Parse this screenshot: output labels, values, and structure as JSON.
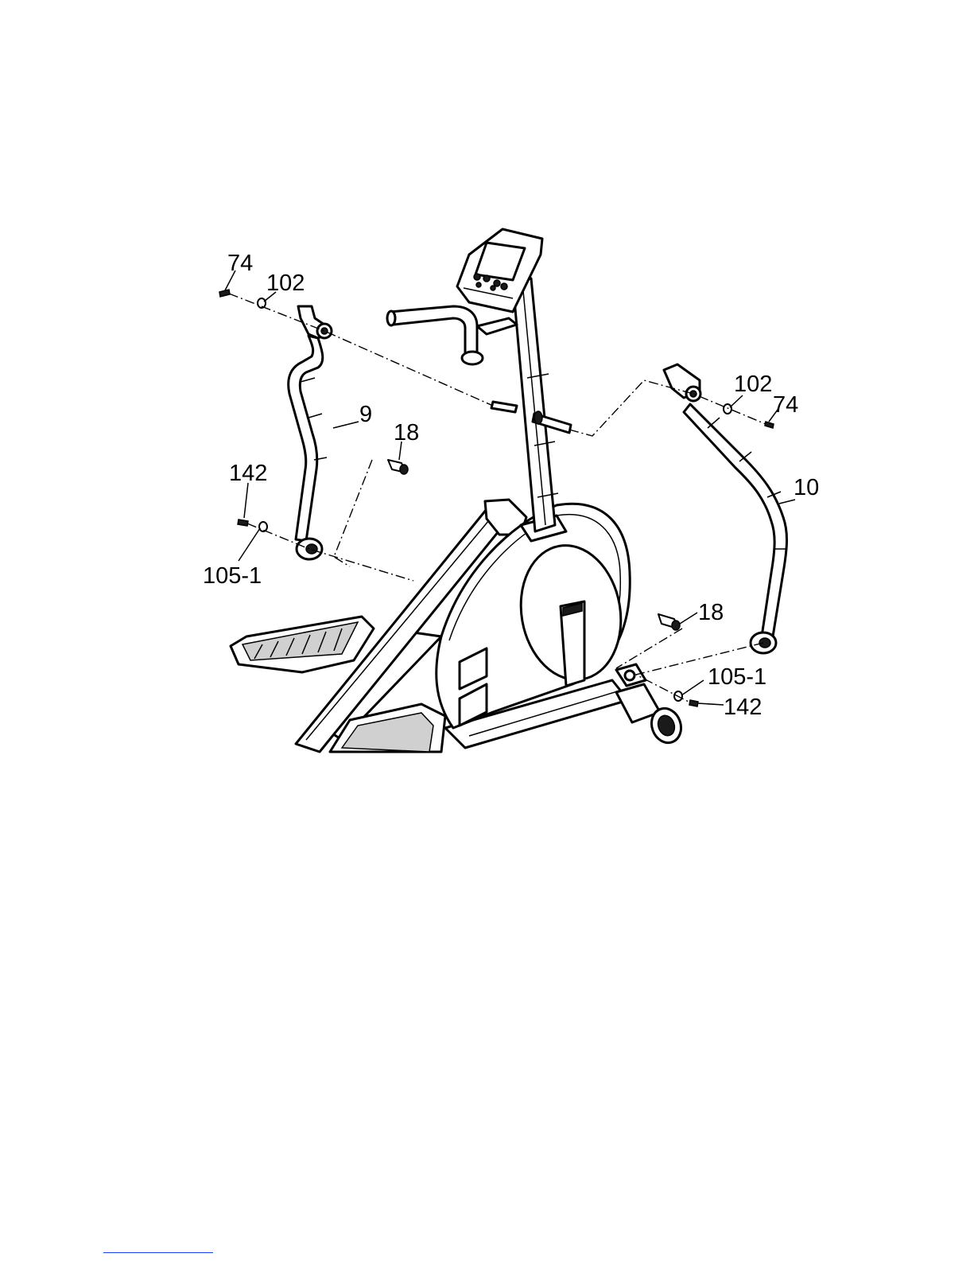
{
  "callouts": {
    "c74_left": "74",
    "c102_left": "102",
    "c9": "9",
    "c18_upper": "18",
    "c142_left": "142",
    "c105_left": "105-1",
    "c102_right": "102",
    "c74_right": "74",
    "c10": "10",
    "c18_lower": "18",
    "c105_right": "105-1",
    "c142_right": "142"
  }
}
